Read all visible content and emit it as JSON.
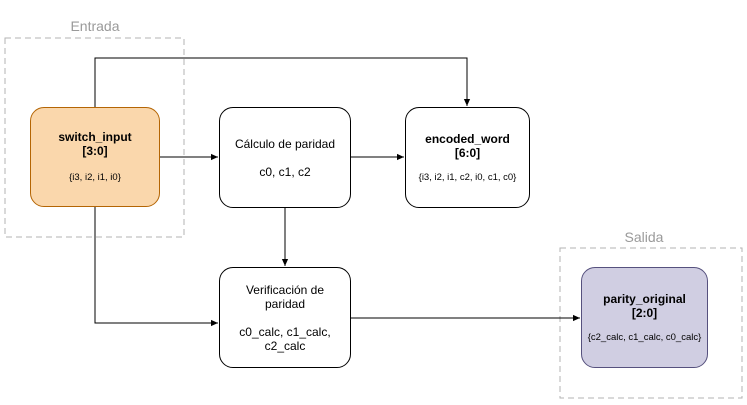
{
  "groups": {
    "input": {
      "label": "Entrada"
    },
    "output": {
      "label": "Salida"
    }
  },
  "nodes": {
    "switch_input": {
      "title": "switch_input",
      "range": "[3:0]",
      "bits": "{i3, i2, i1, i0}",
      "fill": "#fad7ac",
      "stroke": "#b46504"
    },
    "parity_calc": {
      "title": "Cálculo de paridad",
      "bits": "c0, c1, c2"
    },
    "encoded_word": {
      "title": "encoded_word",
      "range": "[6:0]",
      "bits": "{i3, i2, i1, c2, i0, c1, c0}"
    },
    "verification": {
      "title_line1": "Verificación de",
      "title_line2": "paridad",
      "bits_line1": "c0_calc, c1_calc,",
      "bits_line2": "c2_calc"
    },
    "parity_original": {
      "title": "parity_original",
      "range": "[2:0]",
      "bits": "{c2_calc, c1_calc, c0_calc}",
      "fill": "#d0cee2",
      "stroke": "#56517e"
    }
  },
  "colors": {
    "line": "#000000",
    "group_border": "#b3b3b3",
    "group_label": "#9a9a9a"
  }
}
